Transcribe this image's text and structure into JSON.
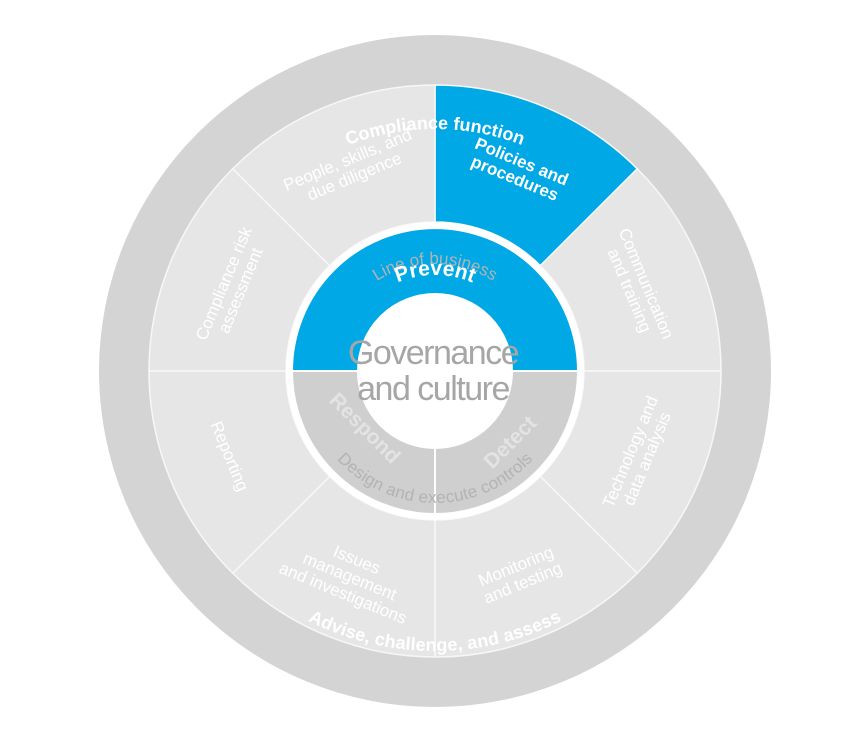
{
  "outer_ring": {
    "top_label": "Compliance function",
    "bottom_label": "Advise, challenge, and assess"
  },
  "segments": [
    {
      "id": "policies",
      "lines": [
        "Policies and",
        "procedures"
      ],
      "highlighted": true
    },
    {
      "id": "communication",
      "lines": [
        "Communication",
        "and training"
      ],
      "highlighted": false
    },
    {
      "id": "technology",
      "lines": [
        "Technology and",
        "data analysis"
      ],
      "highlighted": false
    },
    {
      "id": "monitoring",
      "lines": [
        "Monitoring",
        "and testing"
      ],
      "highlighted": false
    },
    {
      "id": "issues",
      "lines": [
        "Issues",
        "management",
        "and investigations"
      ],
      "highlighted": false
    },
    {
      "id": "reporting",
      "lines": [
        "Reporting"
      ],
      "highlighted": false
    },
    {
      "id": "risk",
      "lines": [
        "Compliance risk",
        "assessment"
      ],
      "highlighted": false
    },
    {
      "id": "people",
      "lines": [
        "People, skills, and",
        "due diligence"
      ],
      "highlighted": false
    }
  ],
  "inner_ring": {
    "top_label": "Line of business",
    "bottom_label": "Design and execute controls"
  },
  "phases": {
    "prevent": "Prevent",
    "detect": "Detect",
    "respond": "Respond"
  },
  "core": {
    "line1": "Governance",
    "line2": "and culture"
  },
  "colors": {
    "highlight": "#00a8e6",
    "outer_ring": "#d4d4d4",
    "segment_fill": "#e6e6e6",
    "segment_text": "#ffffff",
    "inner_ring": "#ffffff",
    "phase_grey": "#cfcfcf",
    "core_fill": "#ffffff",
    "core_text": "#a6a6a6",
    "inner_ring_text": "#b3b3b3"
  }
}
